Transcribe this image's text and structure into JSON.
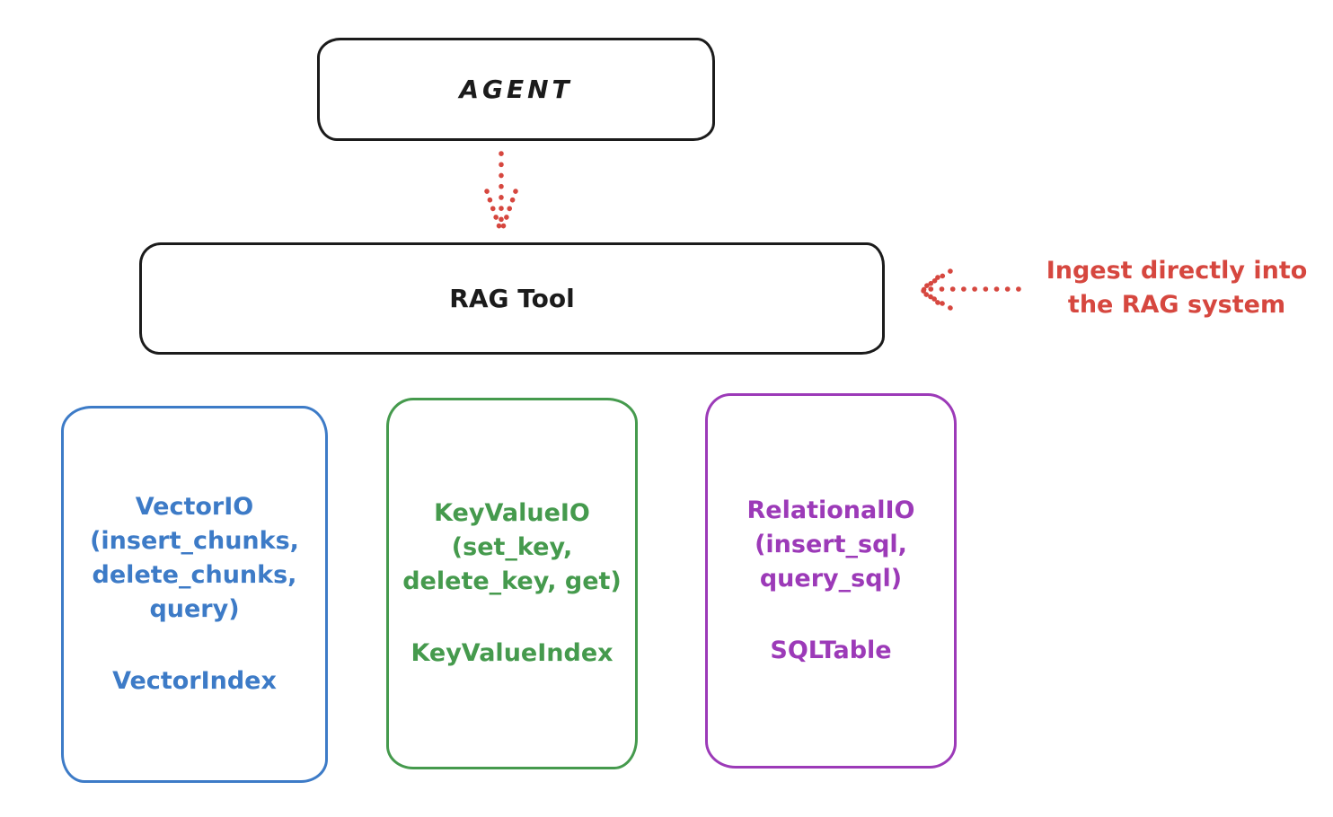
{
  "agent": {
    "label": "AGENT"
  },
  "rag_tool": {
    "label": "RAG Tool"
  },
  "annotation": {
    "line1": "Ingest directly into",
    "line2": "the RAG system"
  },
  "boxes": [
    {
      "name": "vector-io",
      "lines": [
        "VectorIO",
        "(insert_chunks,",
        "delete_chunks,",
        "query)"
      ],
      "index_label": "VectorIndex",
      "color": "#3d7bc7"
    },
    {
      "name": "key-value-io",
      "lines": [
        "KeyValueIO",
        "(set_key,",
        "delete_key, get)"
      ],
      "index_label": "KeyValueIndex",
      "color": "#459a4d"
    },
    {
      "name": "relational-io",
      "lines": [
        "RelationalIO",
        "(insert_sql,",
        "query_sql)"
      ],
      "index_label": "SQLTable",
      "color": "#9c3ab8"
    }
  ],
  "icons": {
    "agent_to_rag_arrow": "dotted-down-arrow",
    "ingest_arrow": "dotted-left-arrow"
  },
  "colors": {
    "outline_black": "#1b1b1b",
    "annotation_red": "#d6473f",
    "vector_blue": "#3d7bc7",
    "keyvalue_green": "#459a4d",
    "relational_purple": "#9c3ab8",
    "background": "#ffffff"
  }
}
